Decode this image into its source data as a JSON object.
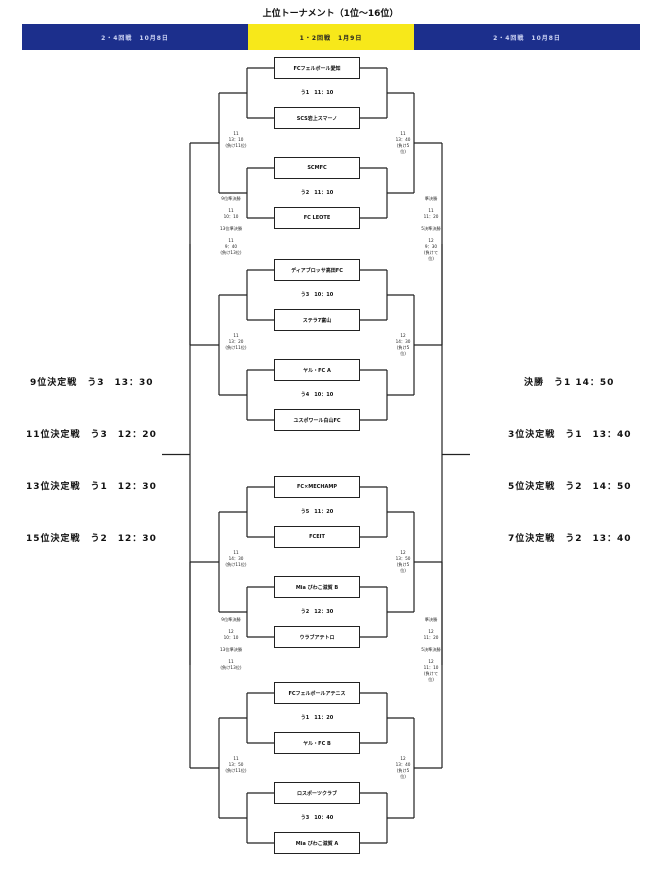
{
  "title": "上位トーナメント（1位〜16位）",
  "bands": {
    "left": "2・4回戦　10月8日",
    "center": "1・2回戦　1月9日",
    "right": "2・4回戦　10月8日"
  },
  "teams": [
    "FCフェルボール愛知",
    "SCS岩上スマーノ",
    "SCMFC",
    "FC LEOTE",
    "ディアブロッサ高田FC",
    "ステラ7富山",
    "ヤル・FC A",
    "ユスポワール白山FC",
    "FC×MECHAMP",
    "FCEIT",
    "Mia びわこ滋賀 B",
    "ウラブアテトロ",
    "FCフェルボールアテニス",
    "ヤル・FC B",
    "ロスポーツクラブ",
    "Mia びわこ滋賀 A"
  ],
  "r1_matches": [
    "う1　11：10",
    "う2　11：10",
    "う3　10：10",
    "う4　10：10",
    "う5　11：20",
    "う2　12：30",
    "う1　11：20",
    "う3　10：40"
  ],
  "left_labels": [
    "11\n13：10\n(負け11位)",
    "11\n13：20\n(負け11位)",
    "11\n14：30\n(負け11位)",
    "11\n13：50\n(負け11位)"
  ],
  "right_labels": [
    "11\n13：40\n(負け5\n位)",
    "12\n14：30\n(負け5\n位)",
    "12\n13：50\n(負け5\n位)",
    "12\n13：40\n(負け5\n位)"
  ],
  "semi_left": [
    "9位準決勝\n\n11\n10：10\n\n13位準決勝\n\n11\n9：40\n(負け13位)",
    "9位準決勝\n\n12\n10：10\n\n13位準決勝\n\n11\n(負け13位)"
  ],
  "semi_right": [
    "準決勝\n\n11\n11：20\n\n5決準決勝\n\n12\n9：30\n(負けて\n位)",
    "準決勝\n\n12\n11：20\n\n5決準決勝\n\n12\n11：10\n(負けて\n位)"
  ],
  "schedule_left": [
    "9位決定戦　う3　13：30",
    "11位決定戦　う3　12：20",
    "13位決定戦　う1　12：30",
    "15位決定戦　う2　12：30"
  ],
  "schedule_right": [
    "決勝　う1 14：50",
    "3位決定戦　う1　13：40",
    "5位決定戦　う2　14：50",
    "7位決定戦　う2　13：40"
  ]
}
